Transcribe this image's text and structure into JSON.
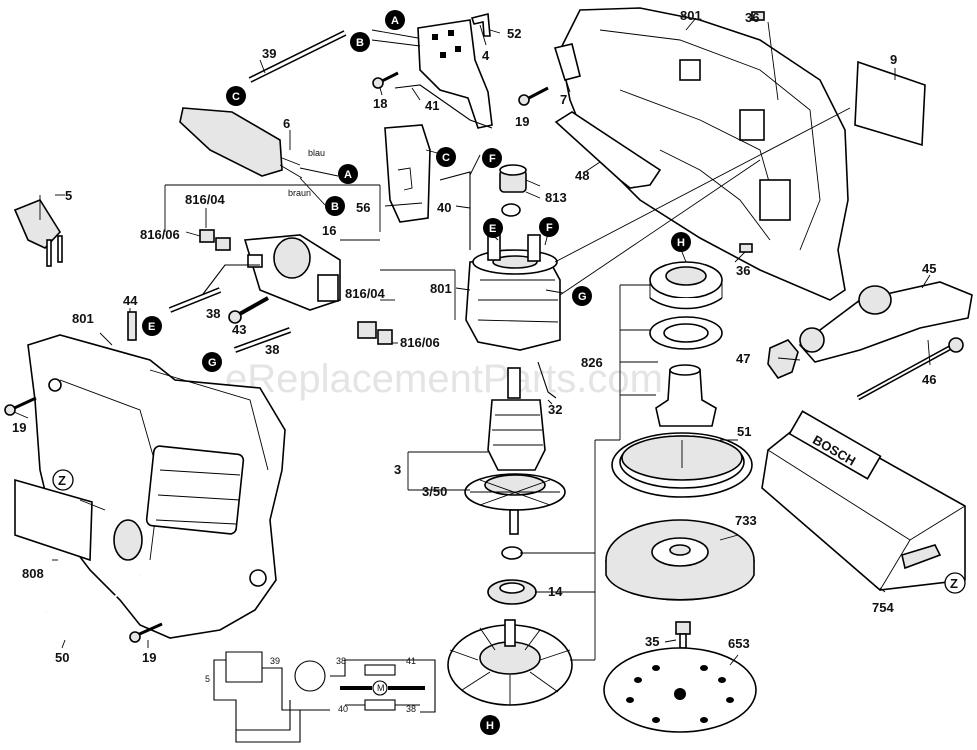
{
  "watermark": "eReplacementParts.com",
  "wire_labels": {
    "blue": "blau",
    "brown": "braun"
  },
  "callouts": {
    "A": "A",
    "B": "B",
    "C": "C",
    "E": "E",
    "F": "F",
    "G": "G",
    "H": "H",
    "Z": "Z"
  },
  "parts": {
    "p3": "3",
    "p3_50": "3/50",
    "p4": "4",
    "p5": "5",
    "p6": "6",
    "p7": "7",
    "p9": "9",
    "p14": "14",
    "p16": "16",
    "p18": "18",
    "p19": "19",
    "p32": "32",
    "p35": "35",
    "p36": "36",
    "p38": "38",
    "p39": "39",
    "p40": "40",
    "p41": "41",
    "p43": "43",
    "p44": "44",
    "p45": "45",
    "p46": "46",
    "p47": "47",
    "p48": "48",
    "p50": "50",
    "p51": "51",
    "p52": "52",
    "p56": "56",
    "p653": "653",
    "p733": "733",
    "p754": "754",
    "p801": "801",
    "p808": "808",
    "p813": "813",
    "p816_04": "816/04",
    "p816_06": "816/06",
    "p826": "826"
  },
  "schematic": {
    "l39": "39",
    "l38": "38",
    "l41": "41",
    "l40": "40",
    "motor": "M",
    "l5": "5"
  },
  "box_brand": "BOSCH"
}
